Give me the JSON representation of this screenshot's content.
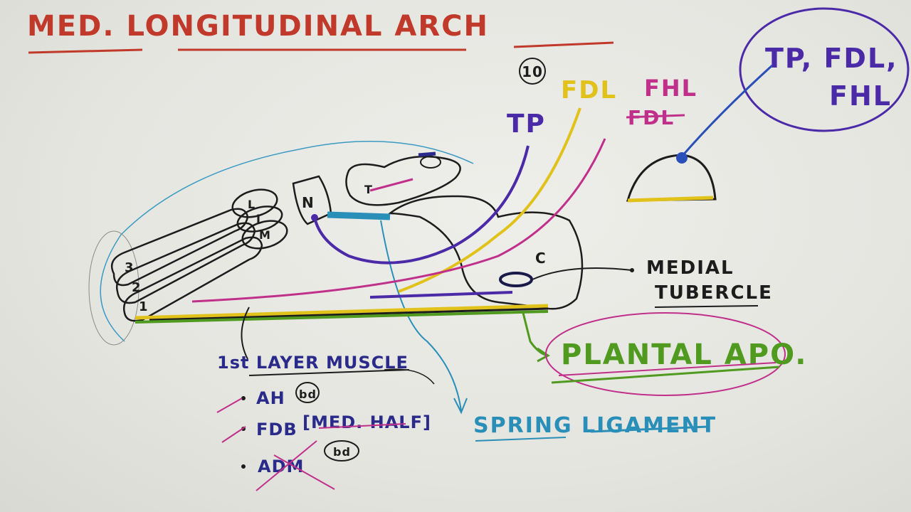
{
  "title": "MED. LONGITUDINAL ARCH",
  "page_number": "10",
  "labels": {
    "tp": "TP",
    "fdl": "FDL",
    "fhl": "FHL",
    "fdl_crossed": "FDL",
    "inset_line1": "TP, FDL,",
    "inset_line2": "FHL",
    "navicular": "N",
    "talus": "T",
    "calcaneus": "C",
    "cuneiform_l": "L",
    "cuneiform_i": "I",
    "cuneiform_m": "M",
    "meta_3": "3",
    "meta_2": "2",
    "meta_1": "1",
    "medial_tubercle_1": "MEDIAL",
    "medial_tubercle_2": "TUBERCLE",
    "plantal_apo": "PLANTAL APO.",
    "spring_ligament": "SPRING LIGAMENT",
    "first_layer": "1st LAYER MUSCLE",
    "list_ah": "AH",
    "list_ah_tag": "bd",
    "list_fdb": "FDB",
    "list_fdb_note": "[MED. HALF]",
    "list_adm": "ADM",
    "list_adm_tag": "bd"
  },
  "colors": {
    "title_red": "#c0392b",
    "tp_purple": "#4b2aa8",
    "fdl_yellow": "#e0c21a",
    "fhl_magenta": "#c0308a",
    "green": "#4f9a1f",
    "blue_lig": "#2a8fb8",
    "ink": "#1c1c1c"
  }
}
